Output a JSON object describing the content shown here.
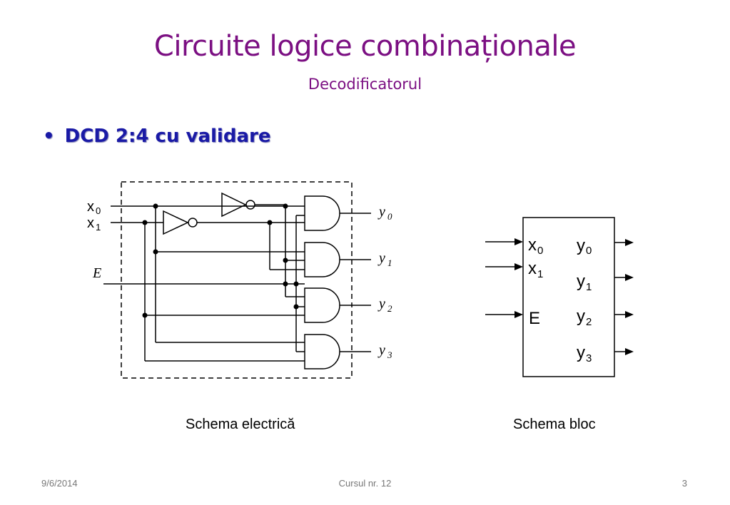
{
  "slide": {
    "title": "Circuite logice combinaționale",
    "subtitle": "Decodificatorul",
    "bullet": "DCD 2:4 cu validare"
  },
  "electric_scheme": {
    "caption": "Schema electrică",
    "inputs": {
      "x0": "x",
      "x0_sub": "0",
      "x1": "x",
      "x1_sub": "1",
      "e": "E"
    },
    "outputs": [
      {
        "label": "y",
        "sub": "0"
      },
      {
        "label": "y",
        "sub": "1"
      },
      {
        "label": "y",
        "sub": "2"
      },
      {
        "label": "y",
        "sub": "3"
      }
    ]
  },
  "block_scheme": {
    "caption": "Schema bloc",
    "inputs": [
      {
        "label": "x",
        "sub": "0"
      },
      {
        "label": "x",
        "sub": "1"
      },
      {
        "label": "E",
        "sub": ""
      }
    ],
    "outputs": [
      {
        "label": "y",
        "sub": "0"
      },
      {
        "label": "y",
        "sub": "1"
      },
      {
        "label": "y",
        "sub": "2"
      },
      {
        "label": "y",
        "sub": "3"
      }
    ]
  },
  "footer": {
    "date": "9/6/2014",
    "center": "Cursul nr. 12",
    "page": "3"
  }
}
